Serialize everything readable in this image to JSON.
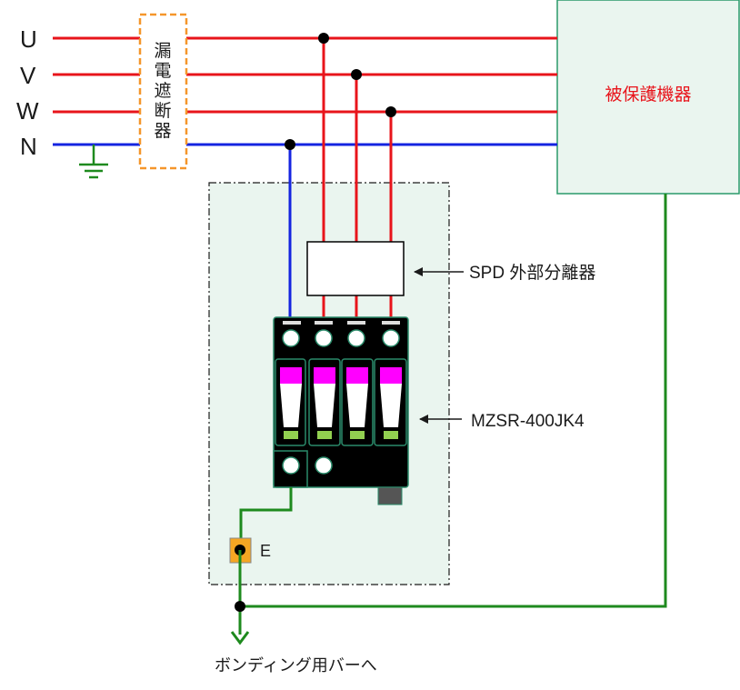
{
  "phases": [
    "U",
    "V",
    "W",
    "N"
  ],
  "breaker_label": [
    "漏",
    "電",
    "遮",
    "断",
    "器"
  ],
  "protected_equipment": "被保護機器",
  "spd_disconnector_label": "SPD 外部分離器",
  "spd_model": "MZSR-400JK4",
  "earth_terminal": "E",
  "bonding_label": "ボンディング用バーへ",
  "colors": {
    "phase_line": "#e8141b",
    "neutral_line": "#1424e0",
    "ground_line": "#1e8a1e",
    "breaker_border": "#f5962a",
    "enclosure_fill": "#eaf5ef",
    "equipment_fill": "#eaf5ef",
    "equipment_border": "#2a9a6a",
    "equipment_text": "#e8141b",
    "spd_body": "#000000",
    "spd_indicator": "#ff00ff",
    "spd_status": "#92d050",
    "earth_terminal": "#f5a623"
  },
  "icons": [
    "ground-symbol-icon",
    "arrow-left-icon",
    "arrow-down-icon"
  ]
}
